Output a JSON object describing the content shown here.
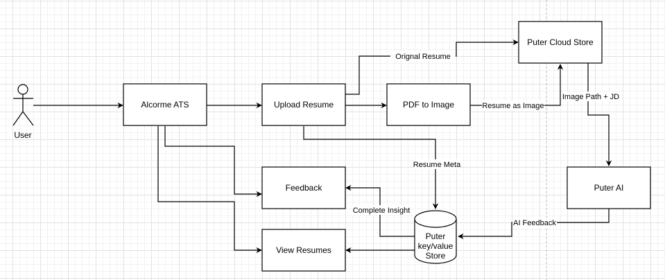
{
  "diagram": {
    "actor": {
      "label": "User"
    },
    "nodes": {
      "alcorme_ats": "Alcorme ATS",
      "upload_resume": "Upload Resume",
      "pdf_to_image": "PDF to Image",
      "puter_cloud_store": "Puter Cloud Store",
      "puter_ai": "Puter AI",
      "feedback": "Feedback",
      "view_resumes": "View Resumes",
      "kv_store": [
        "Puter",
        "key/value",
        "Store"
      ]
    },
    "edges": {
      "orignal_resume": "Orignal Resume",
      "resume_as_image": "Resume as Image",
      "image_path_jd": "Image Path + JD",
      "resume_meta": "Resume Meta",
      "complete_insight": "Complete Insight",
      "ai_feedback": "AI Feedback"
    }
  }
}
